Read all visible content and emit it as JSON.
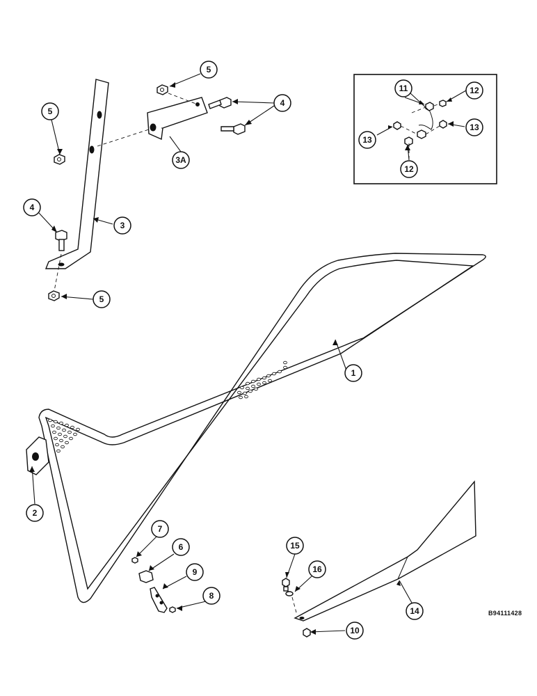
{
  "figure_code": "B94111428",
  "callouts": {
    "c1": "1",
    "c2": "2",
    "c3": "3",
    "c3a": "3A",
    "c4_top": "4",
    "c4_left": "4",
    "c5_top": "5",
    "c5_left": "5",
    "c5_bottom": "5",
    "c6": "6",
    "c7": "7",
    "c8": "8",
    "c9": "9",
    "c10": "10",
    "c11": "11",
    "c12_top": "12",
    "c12_bottom": "12",
    "c13_left": "13",
    "c13_right": "13",
    "c14": "14",
    "c15": "15",
    "c16": "16"
  }
}
